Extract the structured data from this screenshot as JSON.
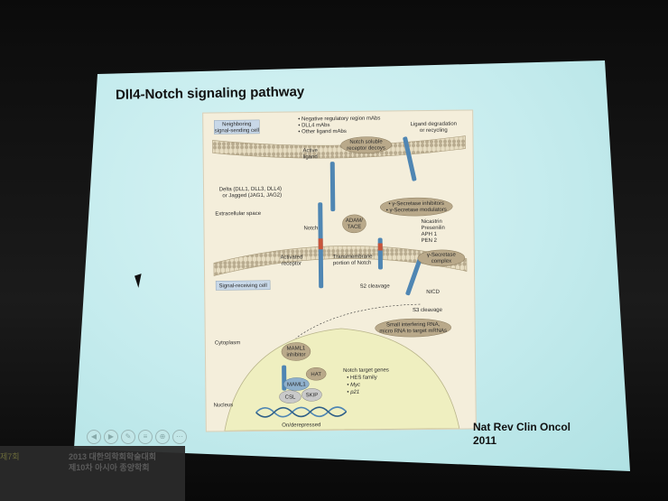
{
  "slide": {
    "title": "Dll4-Notch signaling pathway",
    "citation_line1": "Nat Rev Clin Oncol",
    "citation_line2": "2011"
  },
  "figure": {
    "neighboring_cell_l1": "Neighboring",
    "neighboring_cell_l2": "signal-sending cell",
    "neg_reg_mabs": "• Negative regulatory region mAbs",
    "dll4_mabs": "• DLL4 mAbs",
    "other_ligand_mabs": "• Other ligand mAbs",
    "active_ligand_l1": "Active",
    "active_ligand_l2": "ligand",
    "notch_decoys_l1": "Notch soluble",
    "notch_decoys_l2": "receptor decoys",
    "ligand_degradation_l1": "Ligand degradation",
    "ligand_degradation_l2": "or recycling",
    "delta_l1": "Delta (DLL1, DLL3, DLL4)",
    "delta_l2": "or Jagged (JAG1, JAG2)",
    "gamma_inhibitors": "• γ-Secretase inhibitors",
    "gamma_modulators": "• γ-Secretase modulators",
    "extracellular_space": "Extracellular space",
    "adam_l1": "ADAM/",
    "adam_l2": "TACE",
    "nicastrin": "Nicastrin",
    "presenilin": "Presenilin",
    "aph1": "APH 1",
    "pen2": "PEN 2",
    "notch": "Notch",
    "gamma_complex_l1": "γ-Secretase",
    "gamma_complex_l2": "complex",
    "activated_receptor_l1": "Activated",
    "activated_receptor_l2": "receptor",
    "transmembrane_l1": "Transmembrane",
    "transmembrane_l2": "portion of Notch",
    "signal_receiving_cell": "Signal-receiving cell",
    "s2_cleavage": "S2 cleavage",
    "nicd": "NICD",
    "s3_cleavage": "S3 cleavage",
    "sirna_l1": "Small interfering RNA,",
    "sirna_l2": "micro RNA to target mRNAs",
    "cytoplasm": "Cytoplasm",
    "maml1_inhibitor_l1": "MAML1",
    "maml1_inhibitor_l2": "inhibitor",
    "hat": "HAT",
    "maml1": "MAML1",
    "csl": "CSL",
    "skip": "SKIP",
    "notch_target_genes": "Notch target genes",
    "hes_family": "• HES family",
    "myc": "• Myc",
    "p21": "• p21",
    "nucleus": "Nucleus",
    "on_derepressed": "On/derepressed"
  },
  "banner": {
    "left_text": "제7회",
    "main_text_l1": "2013 대한의학회학술대회",
    "main_text_l2": "제10차 아시아 종양학회"
  },
  "colors": {
    "slide_bg": "#c6ecee",
    "figure_bg": "#f4eedb",
    "receptor_blue": "#4f86b3",
    "label_oval": "#b9a98a",
    "nucleus_bg": "#efefc0"
  }
}
